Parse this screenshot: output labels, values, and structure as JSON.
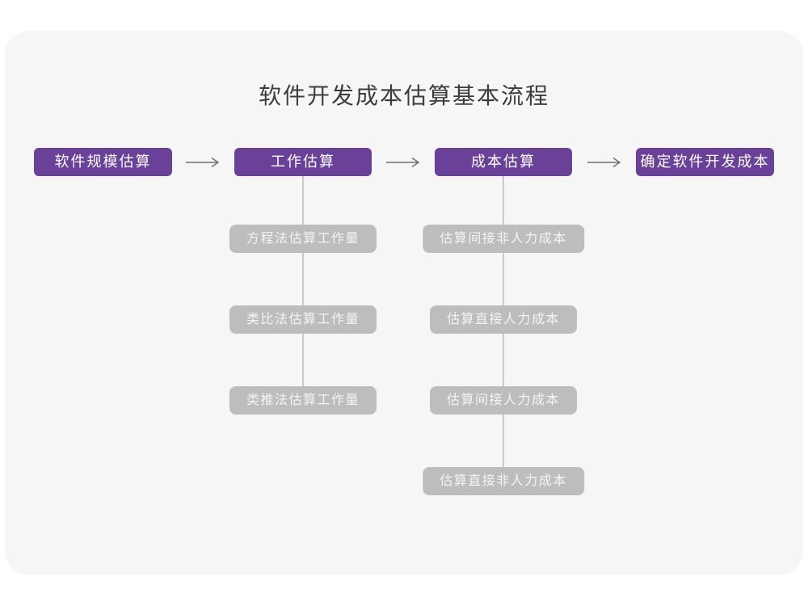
{
  "title": "软件开发成本估算基本流程",
  "colors": {
    "accent_purple": "#6A4198",
    "sub_node_gray": "#BDBDBD",
    "card_background": "#F6F6F6",
    "connector_line": "#C9C9C9",
    "arrow": "#6E6E6E",
    "title_text": "#3C3C3C"
  },
  "flow": {
    "stages": [
      {
        "label": "软件规模估算"
      },
      {
        "label": "工作估算"
      },
      {
        "label": "成本估算"
      },
      {
        "label": "确定软件开发成本"
      }
    ],
    "work_methods": [
      "方程法估算工作量",
      "类比法估算工作量",
      "类推法估算工作量"
    ],
    "cost_components": [
      "估算间接非人力成本",
      "估算直接人力成本",
      "估算间接人力成本",
      "估算直接非人力成本"
    ]
  }
}
